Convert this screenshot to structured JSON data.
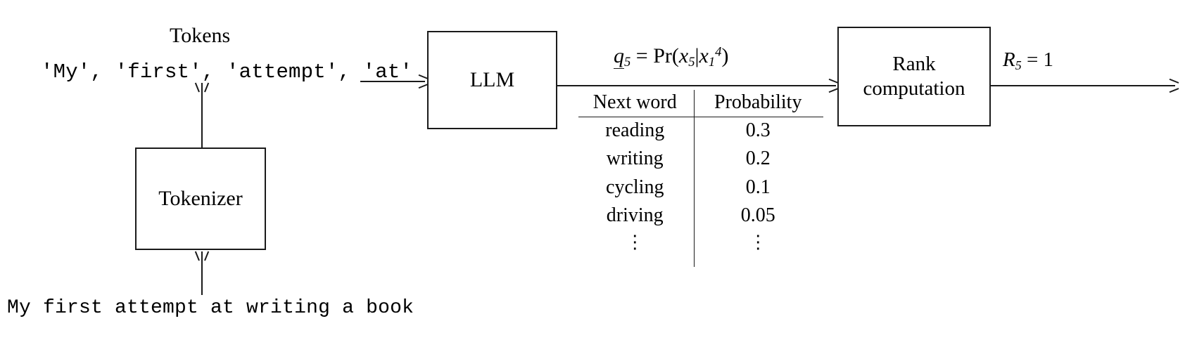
{
  "diagram": {
    "title_caption": "Tokens",
    "input_sentence": "My first attempt at writing a book",
    "tokens_line": "′My′, ′first′, ′attempt′, ′at′",
    "blocks": {
      "tokenizer": "Tokenizer",
      "llm": "LLM",
      "rank_line1": "Rank",
      "rank_line2": "computation"
    },
    "labels": {
      "q_var": "q",
      "q_sub": "5",
      "q_equals": "=",
      "pr_name": "Pr",
      "pr_open": "(",
      "pr_x": "x",
      "pr_x_sub": "5",
      "pr_bar": "|",
      "pr_x2": "x",
      "pr_x2_sub": "1",
      "pr_x2_sup": "4",
      "pr_close": ")",
      "r_var": "R",
      "r_sub": "5",
      "r_equals": "= 1"
    },
    "colors": {
      "stroke": "#1a1a1a",
      "background": "#ffffff"
    }
  },
  "chart_data": {
    "type": "table",
    "title": "q_5 = Pr(x_5|x_1^4)",
    "columns": [
      "Next word",
      "Probability"
    ],
    "rows": [
      [
        "reading",
        "0.3"
      ],
      [
        "writing",
        "0.2"
      ],
      [
        "cycling",
        "0.1"
      ],
      [
        "driving",
        "0.05"
      ],
      [
        "⋮",
        "⋮"
      ]
    ],
    "categories": [
      "reading",
      "writing",
      "cycling",
      "driving"
    ],
    "values": [
      0.3,
      0.2,
      0.1,
      0.05
    ],
    "xlabel": "Next word",
    "ylabel": "Probability"
  }
}
